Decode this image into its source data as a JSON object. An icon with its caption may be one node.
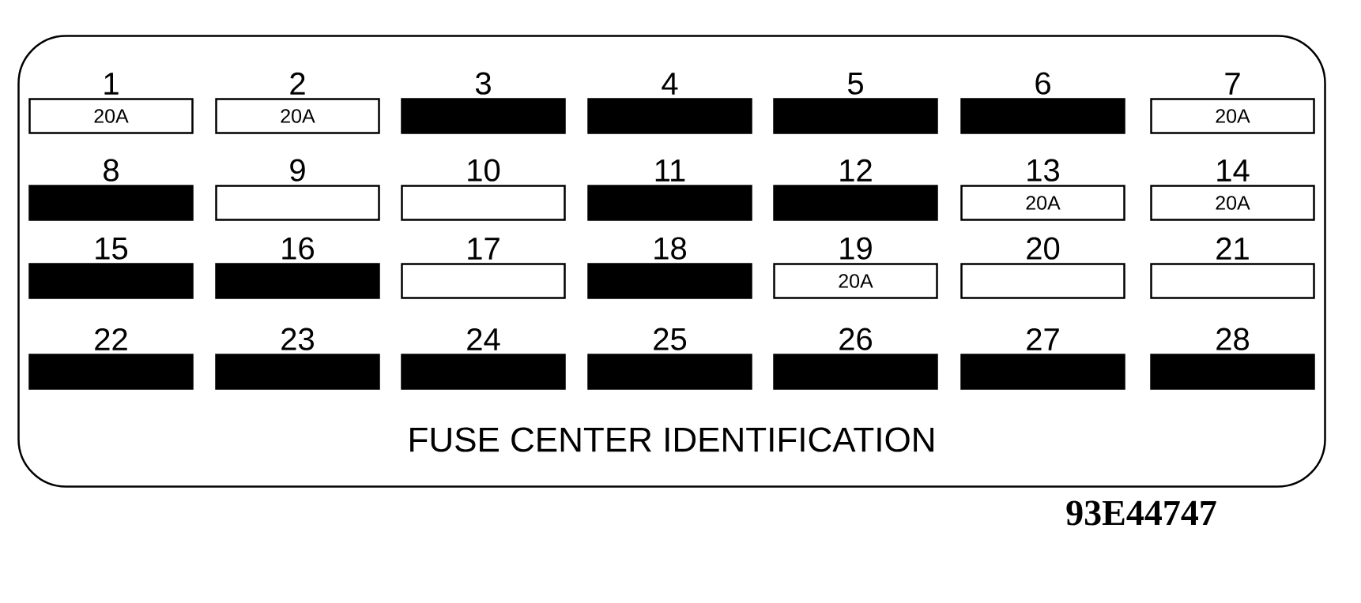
{
  "diagram": {
    "nodes": [
      {
        "text": [
          "FUSE CENTER IDENTIFICATION"
        ]
      },
      {
        "text": [
          "20A"
        ],
        "beside": [
          "1"
        ],
        "in": 0
      },
      {
        "text": [
          "20A"
        ],
        "beside": [
          "2"
        ],
        "in": 0
      },
      {
        "text": [],
        "shape": "bar",
        "beside": [
          "3"
        ],
        "in": 0
      },
      {
        "text": [],
        "shape": "bar",
        "beside": [
          "4"
        ],
        "in": 0
      },
      {
        "text": [],
        "shape": "bar",
        "beside": [
          "5"
        ],
        "in": 0
      },
      {
        "text": [],
        "shape": "bar",
        "beside": [
          "6"
        ],
        "in": 0
      },
      {
        "text": [
          "20A"
        ],
        "beside": [
          "7"
        ],
        "in": 0
      },
      {
        "text": [],
        "shape": "bar",
        "beside": [
          "8"
        ],
        "in": 0
      },
      {
        "text": [],
        "shape": "box",
        "beside": [
          "9"
        ],
        "in": 0
      },
      {
        "text": [],
        "shape": "box",
        "beside": [
          "10"
        ],
        "in": 0
      },
      {
        "text": [],
        "shape": "bar",
        "beside": [
          "11"
        ],
        "in": 0
      },
      {
        "text": [],
        "shape": "bar",
        "beside": [
          "12"
        ],
        "in": 0
      },
      {
        "text": [
          "20A"
        ],
        "beside": [
          "13"
        ],
        "in": 0
      },
      {
        "text": [
          "20A"
        ],
        "beside": [
          "14"
        ],
        "in": 0
      },
      {
        "text": [],
        "shape": "bar",
        "beside": [
          "15"
        ],
        "in": 0
      },
      {
        "text": [],
        "shape": "bar",
        "beside": [
          "16"
        ],
        "in": 0
      },
      {
        "text": [],
        "shape": "box",
        "beside": [
          "17"
        ],
        "in": 0
      },
      {
        "text": [],
        "shape": "bar",
        "beside": [
          "18"
        ],
        "in": 0
      },
      {
        "text": [
          "20A"
        ],
        "beside": [
          "19"
        ],
        "in": 0
      },
      {
        "text": [],
        "shape": "box",
        "beside": [
          "20"
        ],
        "in": 0
      },
      {
        "text": [],
        "shape": "box",
        "beside": [
          "21"
        ],
        "in": 0
      },
      {
        "text": [],
        "shape": "bar",
        "beside": [
          "22"
        ],
        "in": 0
      },
      {
        "text": [],
        "shape": "bar",
        "beside": [
          "23"
        ],
        "in": 0
      },
      {
        "text": [],
        "shape": "bar",
        "beside": [
          "24"
        ],
        "in": 0
      },
      {
        "text": [],
        "shape": "bar",
        "beside": [
          "25"
        ],
        "in": 0
      },
      {
        "text": [],
        "shape": "bar",
        "beside": [
          "26"
        ],
        "in": 0
      },
      {
        "text": [],
        "shape": "bar",
        "beside": [
          "27"
        ],
        "in": 0
      },
      {
        "text": [],
        "shape": "bar",
        "beside": [
          "28"
        ],
        "in": 0
      }
    ],
    "labels": [
      "93E44747"
    ]
  }
}
